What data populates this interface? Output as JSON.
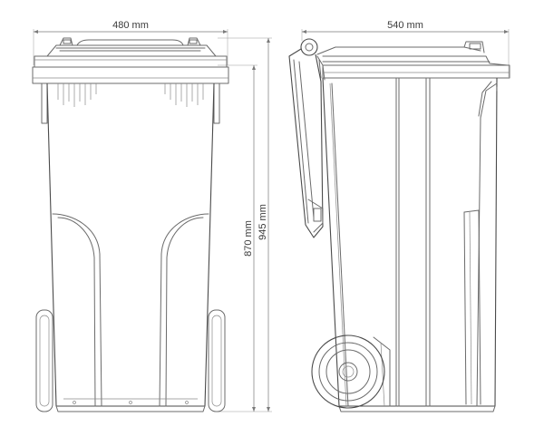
{
  "dimensions": {
    "front_width": "480 mm",
    "side_depth": "540 mm",
    "body_height": "870 mm",
    "total_height": "945 mm"
  }
}
